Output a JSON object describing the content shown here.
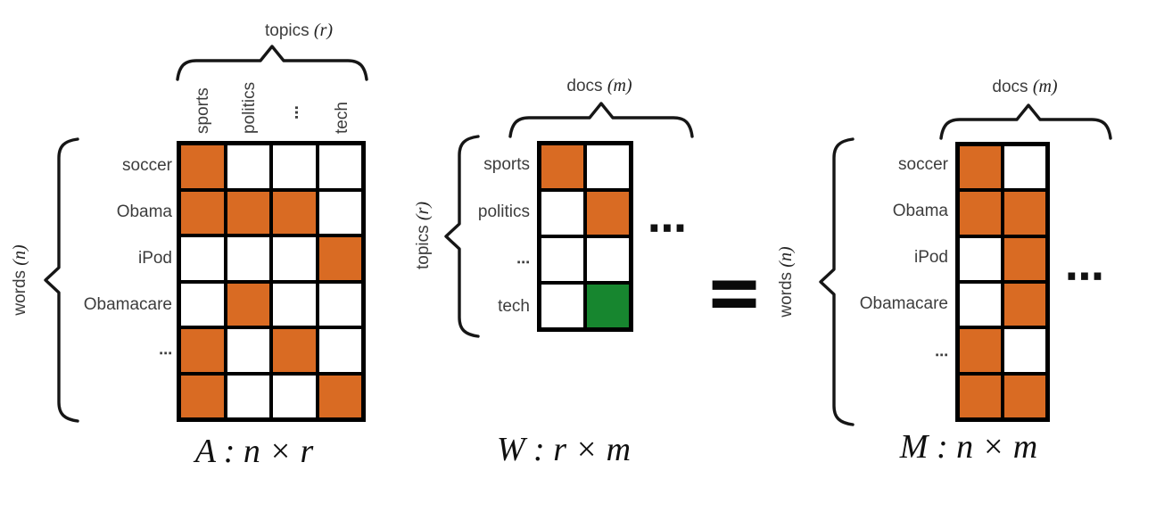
{
  "colors": {
    "orange": "#d96b23",
    "green": "#17862f",
    "line": "#000000",
    "label": "#3d3d3d",
    "math": "#101010"
  },
  "equals": "=",
  "matrices": [
    {
      "id": "A",
      "top_label": "topics",
      "top_var": "(r)",
      "side_label": "words",
      "side_var": "(n)",
      "col_labels": [
        "sports",
        "politics",
        "⋯",
        "tech"
      ],
      "row_labels": [
        "soccer",
        "Obama",
        "iPod",
        "Obamacare",
        "⋯",
        ""
      ],
      "cells": [
        [
          "O",
          "W",
          "W",
          "W"
        ],
        [
          "O",
          "O",
          "O",
          "W"
        ],
        [
          "W",
          "W",
          "W",
          "O"
        ],
        [
          "W",
          "O",
          "W",
          "W"
        ],
        [
          "O",
          "W",
          "O",
          "W"
        ],
        [
          "O",
          "W",
          "W",
          "O"
        ]
      ],
      "caption": "A : n × r"
    },
    {
      "id": "W",
      "top_label": "docs",
      "top_var": "(m)",
      "side_label": "topics",
      "side_var": "(r)",
      "row_labels": [
        "sports",
        "politics",
        "⋯",
        "tech"
      ],
      "cells": [
        [
          "O",
          "W"
        ],
        [
          "W",
          "O"
        ],
        [
          "W",
          "W"
        ],
        [
          "W",
          "G"
        ]
      ],
      "right_dots": "⋯",
      "caption": "W : r × m"
    },
    {
      "id": "M",
      "top_label": "docs",
      "top_var": "(m)",
      "side_label": "words",
      "side_var": "(n)",
      "row_labels": [
        "soccer",
        "Obama",
        "iPod",
        "Obamacare",
        "⋯",
        ""
      ],
      "cells": [
        [
          "O",
          "W"
        ],
        [
          "O",
          "O"
        ],
        [
          "W",
          "O"
        ],
        [
          "W",
          "O"
        ],
        [
          "O",
          "W"
        ],
        [
          "O",
          "O"
        ]
      ],
      "right_dots": "⋯",
      "caption": "M : n × m"
    }
  ]
}
